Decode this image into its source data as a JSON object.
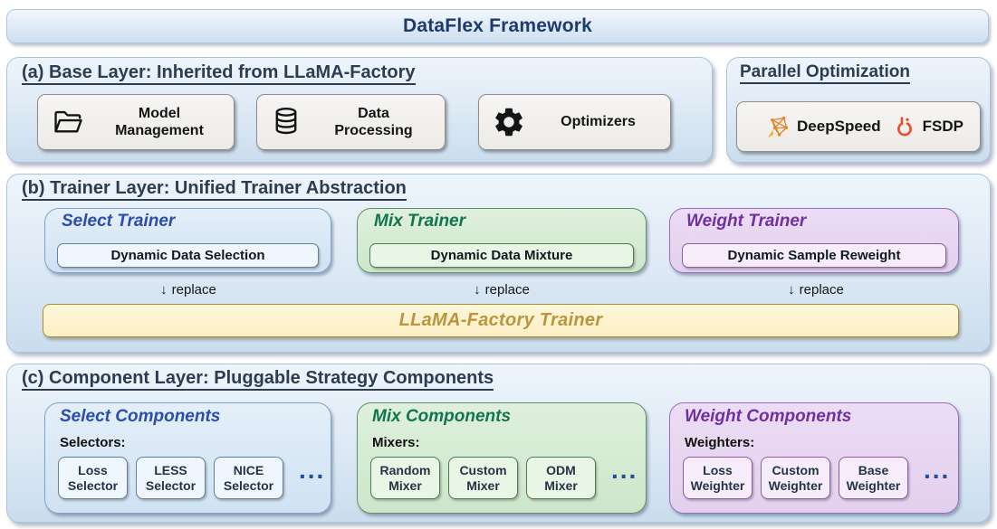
{
  "banner": {
    "title": "DataFlex Framework"
  },
  "base_layer": {
    "title": "(a) Base Layer: Inherited from LLaMA-Factory",
    "modules": [
      {
        "icon": "folder-icon",
        "label": "Model Management"
      },
      {
        "icon": "database-icon",
        "label": "Data Processing"
      },
      {
        "icon": "gear-icon",
        "label": "Optimizers"
      }
    ]
  },
  "parallel_optimization": {
    "title": "Parallel Optimization",
    "frameworks": [
      {
        "icon": "deepspeed-icon",
        "label": "DeepSpeed"
      },
      {
        "icon": "pytorch-flame-icon",
        "label": "FSDP"
      }
    ]
  },
  "trainer_layer": {
    "title": "(b) Trainer Layer: Unified Trainer Abstraction",
    "trainers": [
      {
        "name": "Select Trainer",
        "feature": "Dynamic Data Selection",
        "theme": "blue"
      },
      {
        "name": "Mix Trainer",
        "feature": "Dynamic Data Mixture",
        "theme": "green"
      },
      {
        "name": "Weight Trainer",
        "feature": "Dynamic Sample Reweight",
        "theme": "purple"
      }
    ],
    "replace": {
      "arrow": "↓",
      "label": "replace"
    },
    "base_trainer": "LLaMA-Factory Trainer"
  },
  "component_layer": {
    "title": "(c) Component Layer: Pluggable Strategy Components",
    "groups": [
      {
        "name": "Select Components",
        "subtitle": "Selectors:",
        "theme": "blue",
        "chips": [
          "Loss Selector",
          "LESS Selector",
          "NICE Selector"
        ],
        "more": "..."
      },
      {
        "name": "Mix Components",
        "subtitle": "Mixers:",
        "theme": "green",
        "chips": [
          "Random Mixer",
          "Custom Mixer",
          "ODM Mixer"
        ],
        "more": "..."
      },
      {
        "name": "Weight Components",
        "subtitle": "Weighters:",
        "theme": "purple",
        "chips": [
          "Loss Weighter",
          "Custom Weighter",
          "Base Weighter"
        ],
        "more": "..."
      }
    ]
  },
  "colors": {
    "select-accent": "#2b4dad",
    "mix-accent": "#11754f",
    "weight-accent": "#7030a0",
    "heading": "#2d3c50",
    "banner-title": "#1c3a6d",
    "gold-accent": "#b9953f",
    "dots-blue": "#2050a5",
    "deepspeed-orange": "#e8842a",
    "deepspeed-gold": "#f0ad3a",
    "pytorch-red": "#ee4c2c"
  }
}
